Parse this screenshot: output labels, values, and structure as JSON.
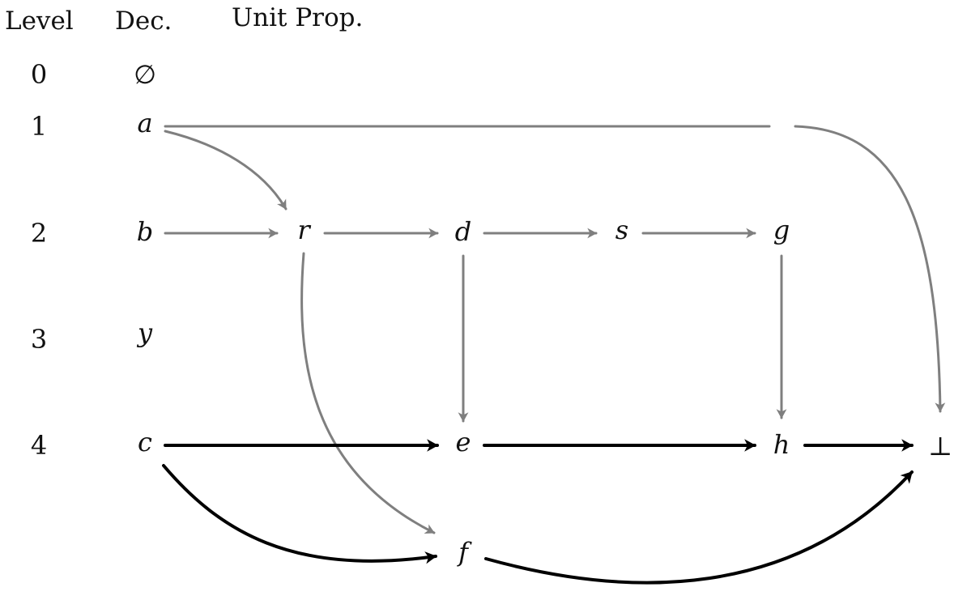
{
  "headers": {
    "level": "Level",
    "decision": "Dec.",
    "unit_prop": "Unit Prop."
  },
  "levels": [
    {
      "level": "0",
      "decision": "∅"
    },
    {
      "level": "1",
      "decision": "a"
    },
    {
      "level": "2",
      "decision": "b"
    },
    {
      "level": "3",
      "decision": "y"
    },
    {
      "level": "4",
      "decision": "c"
    }
  ],
  "propagated_nodes": [
    "r",
    "d",
    "s",
    "g",
    "e",
    "h",
    "⊥",
    "f"
  ],
  "edges": [
    {
      "from": "a",
      "to": "r",
      "style": "gray"
    },
    {
      "from": "a",
      "to": "⊥",
      "style": "gray"
    },
    {
      "from": "b",
      "to": "r",
      "style": "gray"
    },
    {
      "from": "r",
      "to": "d",
      "style": "gray"
    },
    {
      "from": "d",
      "to": "s",
      "style": "gray"
    },
    {
      "from": "s",
      "to": "g",
      "style": "gray"
    },
    {
      "from": "d",
      "to": "e",
      "style": "gray"
    },
    {
      "from": "g",
      "to": "h",
      "style": "gray"
    },
    {
      "from": "r",
      "to": "f",
      "style": "gray"
    },
    {
      "from": "c",
      "to": "e",
      "style": "black"
    },
    {
      "from": "e",
      "to": "h",
      "style": "black"
    },
    {
      "from": "h",
      "to": "⊥",
      "style": "black"
    },
    {
      "from": "c",
      "to": "f",
      "style": "black"
    },
    {
      "from": "f",
      "to": "⊥",
      "style": "black"
    }
  ],
  "colors": {
    "gray_edge": "#7f7f7f",
    "black_edge": "#000000"
  }
}
